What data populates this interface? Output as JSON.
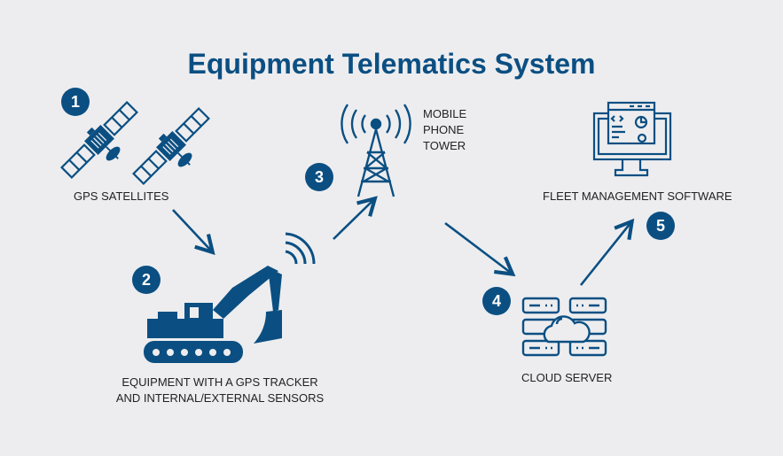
{
  "title": "Equipment Telematics System",
  "colors": {
    "accent": "#0b4f82",
    "background": "#ededef",
    "text": "#222222"
  },
  "steps": [
    {
      "number": "1",
      "label": "GPS SATELLITES",
      "icon": "satellite-icon"
    },
    {
      "number": "2",
      "label_lines": [
        "EQUIPMENT WITH A GPS TRACKER",
        "AND INTERNAL/EXTERNAL SENSORS"
      ],
      "icon": "excavator-icon"
    },
    {
      "number": "3",
      "label_lines": [
        "MOBILE",
        "PHONE",
        "TOWER"
      ],
      "icon": "cell-tower-icon"
    },
    {
      "number": "4",
      "label": "CLOUD SERVER",
      "icon": "cloud-server-icon"
    },
    {
      "number": "5",
      "label": "FLEET MANAGEMENT SOFTWARE",
      "icon": "monitor-software-icon"
    }
  ]
}
